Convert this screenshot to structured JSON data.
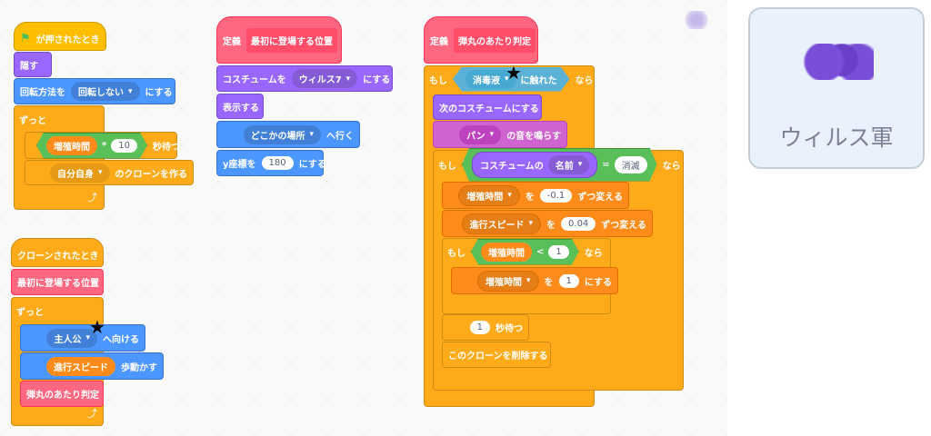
{
  "script1": {
    "hat": "が押されたとき",
    "hide": "隠す",
    "rot_pre": "回転方法を",
    "rot_val": "回転しない",
    "rot_post": "にする",
    "forever": "ずっと",
    "wait_var": "増殖時間",
    "wait_op": "*",
    "wait_num": "10",
    "wait_post": "秒待つ",
    "clone_val": "自分自身",
    "clone_post": "のクローンを作る"
  },
  "script2": {
    "hat": "クローンされたとき",
    "call1": "最初に登場する位置",
    "forever": "ずっと",
    "point_val": "主人公",
    "point_post": "へ向ける",
    "move_var": "進行スピード",
    "move_post": "歩動かす",
    "call2": "弾丸のあたり判定"
  },
  "script3": {
    "define": "定義",
    "name": "最初に登場する位置",
    "costume_pre": "コスチュームを",
    "costume_val": "ウィルス7",
    "costume_post": "にする",
    "show": "表示する",
    "goto_val": "どこかの場所",
    "goto_post": "へ行く",
    "sety_pre": "y座標を",
    "sety_val": "180",
    "sety_post": "にする"
  },
  "script4": {
    "define": "定義",
    "name": "弾丸のあたり判定",
    "if": "もし",
    "touch_val": "消毒液",
    "touch_post": "に触れた",
    "then": "なら",
    "next_costume": "次のコスチュームにする",
    "sound_val": "パン",
    "sound_post": "の音を鳴らす",
    "if2": "もし",
    "costume_of": "コスチュームの",
    "costume_prop": "名前",
    "eq": "=",
    "eq_val": "消滅",
    "then2": "なら",
    "ch1_var": "増殖時間",
    "ch1_wo": "を",
    "ch1_val": "-0.1",
    "ch1_post": "ずつ変える",
    "ch2_var": "進行スピード",
    "ch2_wo": "を",
    "ch2_val": "0.04",
    "ch2_post": "ずつ変える",
    "if3": "もし",
    "lt_var": "増殖時間",
    "lt": "<",
    "lt_val": "1",
    "then3": "なら",
    "set_var": "増殖時間",
    "set_wo": "を",
    "set_val": "1",
    "set_post": "にする",
    "wait_val": "1",
    "wait_post": "秒待つ",
    "delete_clone": "このクローンを削除する"
  },
  "sprite": {
    "name": "ウィルス軍"
  }
}
